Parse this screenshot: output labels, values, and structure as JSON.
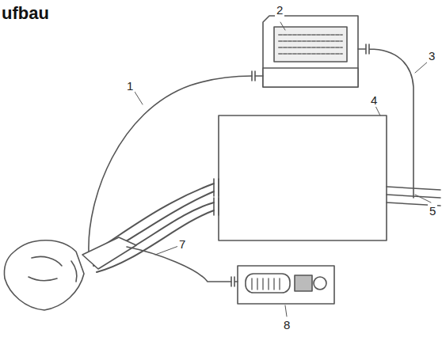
{
  "diagram": {
    "title": "ufbau",
    "labels": [
      "1",
      "2",
      "3",
      "4",
      "5",
      "7",
      "8"
    ]
  }
}
